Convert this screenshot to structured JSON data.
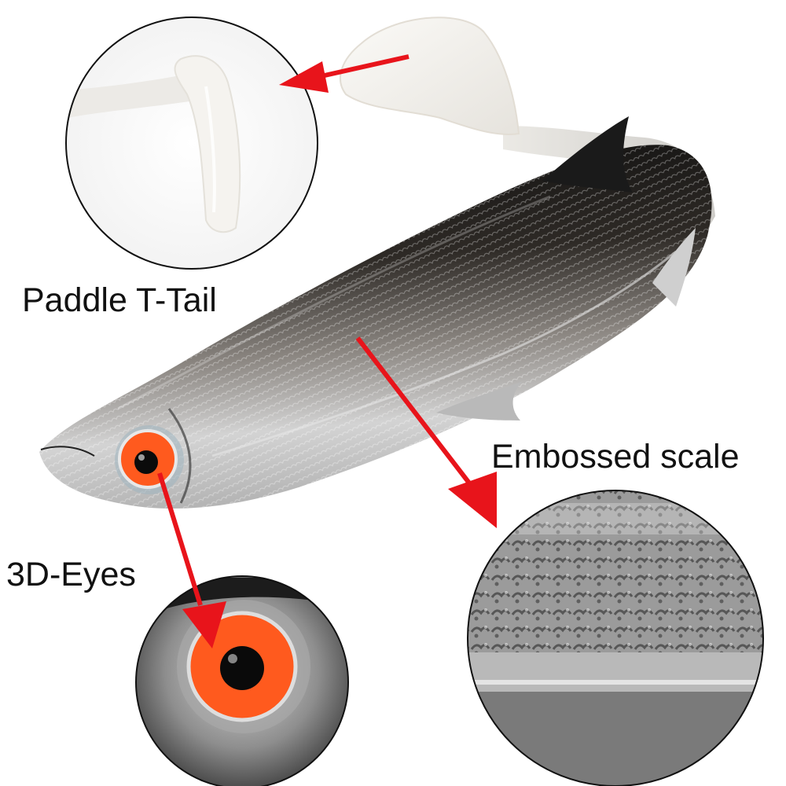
{
  "labels": {
    "tail": "Paddle T-Tail",
    "scale": "Embossed scale",
    "eyes": "3D-Eyes"
  },
  "colors": {
    "background": "#ffffff",
    "arrow": "#e8141b",
    "eye_orange": "#ff5a1e",
    "body_dark": "#151515",
    "body_silver": "#c9c9c9",
    "tail_translucent": "#f2f0ec"
  }
}
